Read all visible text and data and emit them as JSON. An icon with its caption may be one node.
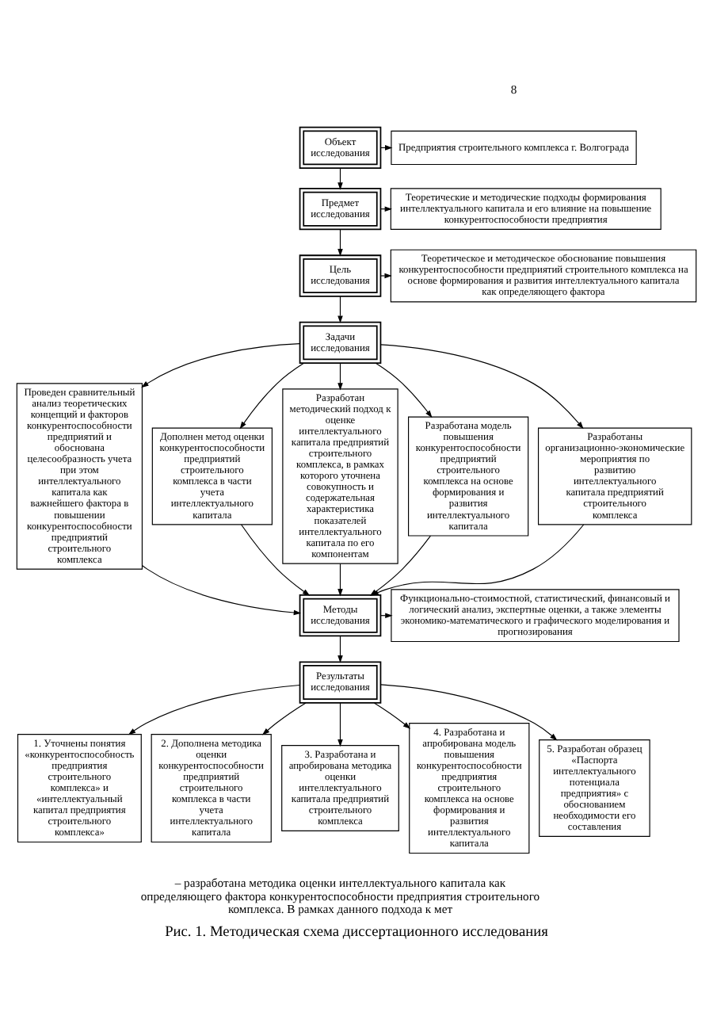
{
  "diagram": {
    "caption": "Рис. 1. Методическая схема диссертационного исследования",
    "nodes": [
      {
        "text": [
          "Объект исследования"
        ]
      },
      {
        "text": [
          "Предприятия строительного комплекса г. Волгограда"
        ]
      },
      {
        "text": [
          "Предмет исследования"
        ]
      },
      {
        "text": [
          "Теоретические и методические подходы формирования интеллектуального капитала и его влияние на повышение конкурентоспособности предприятия"
        ]
      },
      {
        "text": [
          "Цель исследования"
        ]
      },
      {
        "text": [
          "Теоретическое и методическое обоснование повышения конкурентоспособности предприятий строительного комплекса на основе формирования и развития интеллектуального капитала как определяющего фактора"
        ]
      },
      {
        "text": [
          "Задачи исследования"
        ]
      },
      {
        "text": [
          "Проведен сравнительный анализ теоретических концепций и факторов конкурентоспособности предприятий и обоснована целесообразность учета при этом интеллектуального капитала как важнейшего фактора в повышении конкурентоспособности предприятий строительного комплекса"
        ]
      },
      {
        "text": [
          "Дополнен метод оценки конкурентоспособности предприятий строительного комплекса в части учета интеллектуального капитала"
        ]
      },
      {
        "text": [
          "Разработан методический подход к оценке интеллектуального капитала предприятий строительного комплекса, в рамках которого уточнена совокупность и содержательная характеристика показателей интеллектуального капитала по его компонентам"
        ]
      },
      {
        "text": [
          "Разработана модель повышения конкурентоспособности предприятий строительного комплекса на основе формирования и развития интеллектуального капитала"
        ]
      },
      {
        "text": [
          "Разработаны организационно-экономические мероприятия по развитию интеллектуального капитала предприятий строительного комплекса"
        ]
      },
      {
        "text": [
          "Методы исследования"
        ]
      },
      {
        "text": [
          "Функционально-стоимостной, статистический, финансовый и логический анализ, экспертные оценки, а также элементы экономико-математического и графического моделирования и прогнозирования"
        ]
      },
      {
        "text": [
          "Результаты исследования"
        ]
      },
      {
        "text": [
          "1. Уточнены понятия «конкурентоспособность предприятия строительного комплекса» и «интеллектуальный капитал предприятия строительного комплекса»"
        ]
      },
      {
        "text": [
          "2. Дополнена методика оценки конкурентоспособности предприятий строительного комплекса в части учета интеллектуального капитала"
        ]
      },
      {
        "text": [
          "3. Разработана и апробирована методика оценки интеллектуального капитала предприятий строительного комплекса"
        ]
      },
      {
        "text": [
          "4. Разработана и апробирована модель повышения конкурентоспособности предприятия строительного комплекса на основе формирования и развития интеллектуального капитала"
        ]
      },
      {
        "text": [
          "5. Разработан образец «Паспорта интеллектуального потенциала предприятия» с обоснованием необходимости его составления"
        ]
      }
    ],
    "edges": [
      {
        "from": 0,
        "to": 1,
        "arrow": "to"
      },
      {
        "from": 0,
        "to": 2,
        "arrow": "to"
      },
      {
        "from": 2,
        "to": 3,
        "arrow": "to"
      },
      {
        "from": 2,
        "to": 4,
        "arrow": "to"
      },
      {
        "from": 4,
        "to": 5,
        "arrow": "to"
      },
      {
        "from": 4,
        "to": 6,
        "arrow": "to"
      },
      {
        "from": 6,
        "to": 7,
        "arrow": "to"
      },
      {
        "from": 6,
        "to": 8,
        "arrow": "to"
      },
      {
        "from": 6,
        "to": 9,
        "arrow": "to"
      },
      {
        "from": 6,
        "to": 10,
        "arrow": "to"
      },
      {
        "from": 6,
        "to": 11,
        "arrow": "to"
      },
      {
        "from": 7,
        "to": 12,
        "arrow": "to"
      },
      {
        "from": 8,
        "to": 12,
        "arrow": "to"
      },
      {
        "from": 9,
        "to": 12,
        "arrow": "to"
      },
      {
        "from": 10,
        "to": 12,
        "arrow": "to"
      },
      {
        "from": 11,
        "to": 12,
        "arrow": "to"
      },
      {
        "from": 12,
        "to": 13,
        "arrow": "to"
      },
      {
        "from": 12,
        "to": 14,
        "arrow": "to"
      },
      {
        "from": 14,
        "to": 15,
        "arrow": "to"
      },
      {
        "from": 14,
        "to": 16,
        "arrow": "to"
      },
      {
        "from": 14,
        "to": 17,
        "arrow": "to"
      },
      {
        "from": 14,
        "to": 18,
        "arrow": "to"
      },
      {
        "from": 14,
        "to": 19,
        "arrow": "to"
      }
    ],
    "labels": [
      "8",
      "– разработана методика оценки интеллектуального капитала как определяющего фактора конкурентоспособности предприятия строительного комплекса. В рамках данного подхода к мет"
    ]
  }
}
